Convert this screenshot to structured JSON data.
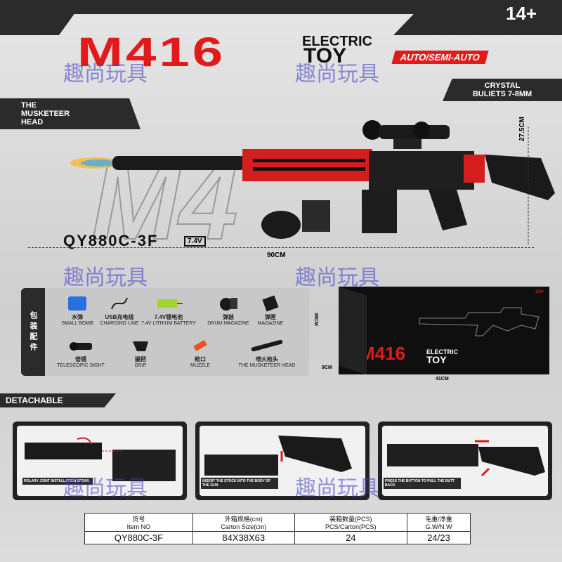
{
  "header": {
    "age": "14+",
    "model_title": "M416",
    "electric": "ELECTRIC",
    "toy": "TOY",
    "mode": "AUTO/SEMI-AUTO",
    "crystal_line1": "CRYSTAL",
    "crystal_line2": "BULIETS 7-8MM",
    "musketeer_line1": "THE",
    "musketeer_line2": "MUSKETEER",
    "musketeer_line3": "HEAD"
  },
  "product": {
    "model": "QY880C-3F",
    "battery": "7.4V",
    "length": "90CM",
    "height": "27.5CM"
  },
  "accessories": {
    "heading": "包装配件",
    "items": [
      {
        "cn": "水弹",
        "en": "SMALL BOMB"
      },
      {
        "cn": "USB充电线",
        "en": "CHARGING LINE"
      },
      {
        "cn": "7.4V锂电池",
        "en": "7.4V LITHIUM BATTERY"
      },
      {
        "cn": "弹鼓",
        "en": "DRUM MAGAZINE"
      },
      {
        "cn": "弹匣",
        "en": "MAGAZINE"
      },
      {
        "cn": "倍镜",
        "en": "TELESCOPIC SIGHT"
      },
      {
        "cn": "握把",
        "en": "GRIP"
      },
      {
        "cn": "枪口",
        "en": "MUZZLE"
      },
      {
        "cn": "喷火枪头",
        "en": "THE MUSKETEER HEAD"
      }
    ]
  },
  "box": {
    "age": "14+",
    "title": "M416",
    "electric": "ELECTRIC",
    "toy": "TOY",
    "height": "38CM",
    "depth": "9CM",
    "width": "41CM"
  },
  "detachable": {
    "label": "DETACHABLE",
    "panels": [
      {
        "caption": "ROLARY JOINT INSTALLATION SPEAR"
      },
      {
        "caption": "INSERT THE STOCK INTO THE BODY OF THE GUN"
      },
      {
        "caption": "PRESS THE BUTTON TO PULL THE BUTT BACK"
      }
    ]
  },
  "spec_table": {
    "headers_cn": [
      "货号",
      "外箱规格(cm)",
      "装箱数量(PCS)",
      "毛重/净重"
    ],
    "headers_en": [
      "Item NO",
      "Carton Size(cm)",
      "PCS/Carton(PCS)",
      "G.W/N.W"
    ],
    "values": [
      "QY880C-3F",
      "84X38X63",
      "24",
      "24/23"
    ]
  },
  "watermark": "趣尚玩具",
  "colors": {
    "accent": "#e11a1a",
    "dark": "#2b2b2b"
  }
}
